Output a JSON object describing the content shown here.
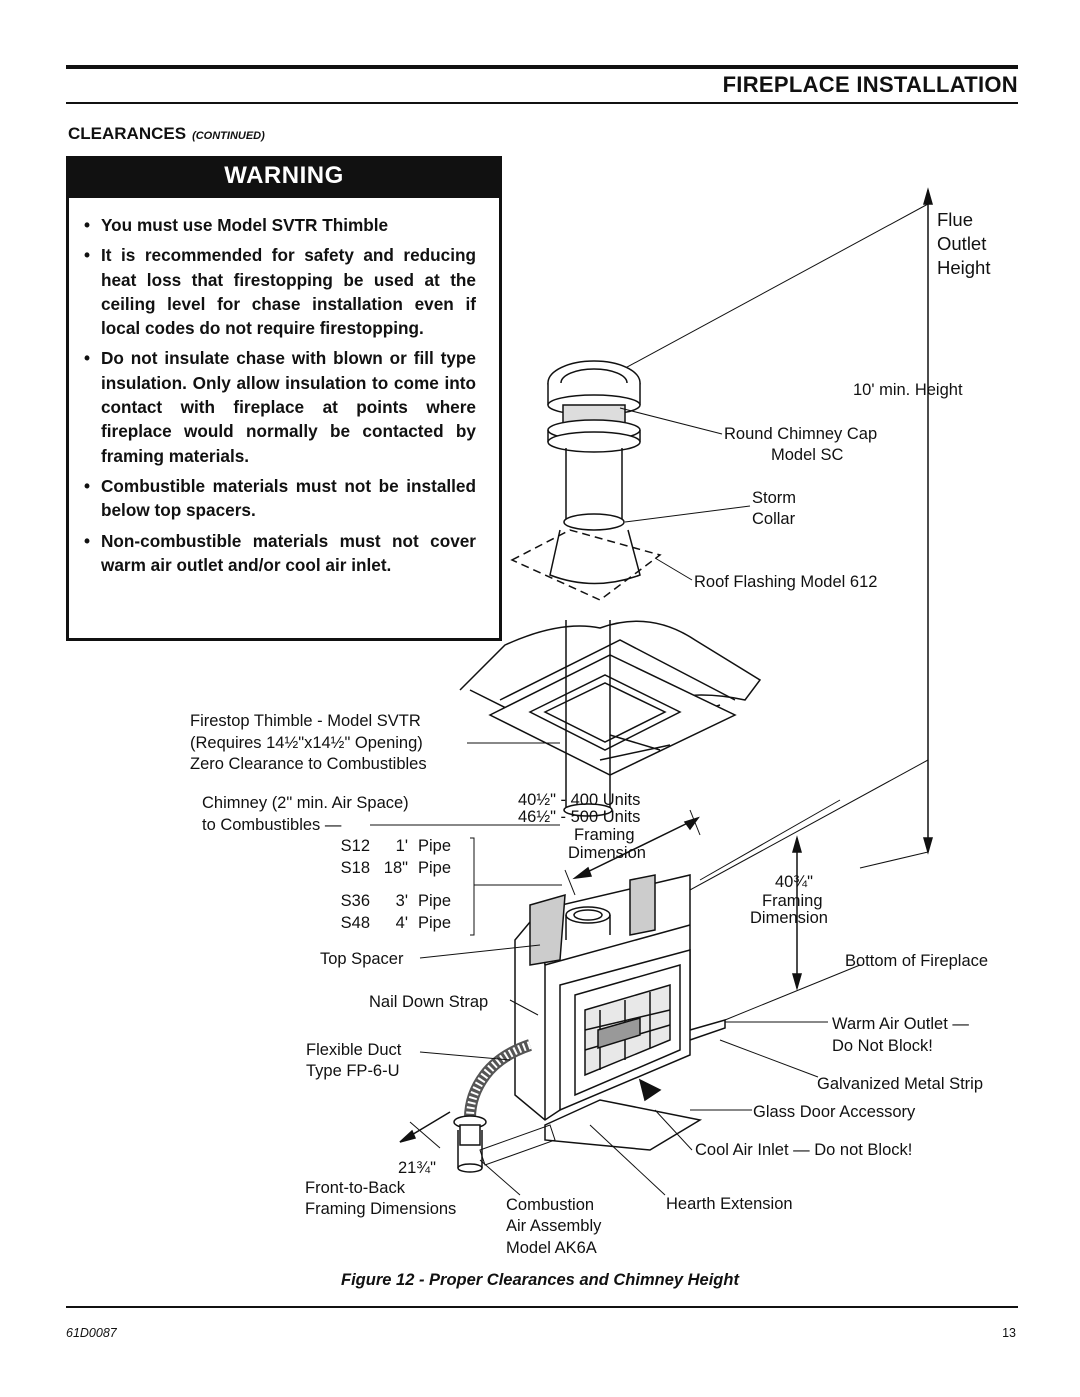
{
  "header": {
    "title": "FIREPLACE INSTALLATION",
    "section": "CLEARANCES",
    "section_suffix": "(CONTINUED)"
  },
  "warning": {
    "heading": "WARNING",
    "items": [
      "You must use Model SVTR Thimble",
      "It is recommended for safety and reducing heat loss that firestopping be used at the ceiling level for chase installation even if local codes do not require firestopping.",
      "Do not insulate chase with blown or fill type insulation. Only allow insulation to come into contact with fireplace at points where fireplace would normally be contacted by framing materials.",
      "Combustible materials must not be installed below top spacers.",
      "Non-combustible materials must not cover warm air outlet and/or cool air inlet."
    ]
  },
  "labels": {
    "flue_1": "Flue",
    "flue_2": "Outlet",
    "flue_3": "Height",
    "min_height": "10' min. Height",
    "cap_1": "Round Chimney Cap",
    "cap_2": "Model SC",
    "storm_1": "Storm",
    "storm_2": "Collar",
    "flashing": "Roof Flashing Model 612",
    "thimble_1": "Firestop Thimble - Model SVTR",
    "thimble_2": "(Requires 14½\"x14½\" Opening)",
    "thimble_3": "Zero Clearance to Combustibles",
    "chimney_1": "Chimney (2\" min. Air Space)",
    "chimney_2": "to Combustibles —",
    "frame_1": "40½\" - 400 Units",
    "frame_2": "46½\" - 500 Units",
    "frame_3": "Framing",
    "frame_4": "Dimension",
    "h_1": "40¾\"",
    "h_2": "Framing",
    "h_3": "Dimension",
    "bottom": "Bottom of Fireplace",
    "top_spacer": "Top Spacer",
    "nail_strap": "Nail Down Strap",
    "warm_1": "Warm Air Outlet —",
    "warm_2": "Do Not Block!",
    "duct_1": "Flexible Duct",
    "duct_2": "Type FP-6-U",
    "galv": "Galvanized Metal Strip",
    "glass": "Glass Door Accessory",
    "cool": "Cool Air Inlet — Do not Block!",
    "depth": "21¾\"",
    "ftb_1": "Front-to-Back",
    "ftb_2": "Framing Dimensions",
    "comb_1": "Combustion",
    "comb_2": "Air Assembly",
    "comb_3": "Model AK6A",
    "hearth": "Hearth Extension"
  },
  "pipes": [
    {
      "model": "S12",
      "length": "1'",
      "type": "Pipe"
    },
    {
      "model": "S18",
      "length": "18\"",
      "type": "Pipe"
    },
    {
      "model": "S36",
      "length": "3'",
      "type": "Pipe"
    },
    {
      "model": "S48",
      "length": "4'",
      "type": "Pipe"
    }
  ],
  "caption": "Figure 12 - Proper Clearances and Chimney Height",
  "footer": {
    "doc_id": "61D0087",
    "page": "13"
  }
}
